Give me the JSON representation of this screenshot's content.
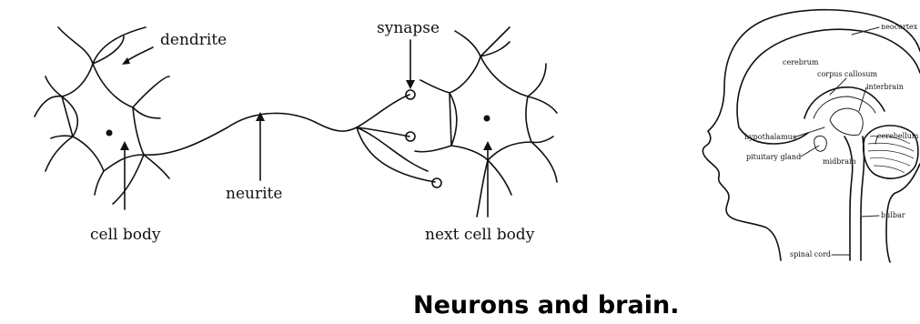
{
  "neuron_diagram": {
    "labels": {
      "dendrite": "dendrite",
      "synapse": "synapse",
      "neurite": "neurite",
      "cell_body": "cell body",
      "next_cell_body": "next cell body"
    }
  },
  "brain_diagram": {
    "labels": {
      "neocortex": "neocortex",
      "cerebrum": "cerebrum",
      "corpus_callosum": "corpus callosum",
      "interbrain": "interbrain",
      "hypothalamus": "hypothalamus",
      "cerebellum": "cerebellum",
      "pituitary_gland": "pituitary gland",
      "midbrain": "midbrain",
      "bulbar": "bulbar",
      "spinal_cord": "spinal cord"
    }
  },
  "caption": "Neurons and brain."
}
